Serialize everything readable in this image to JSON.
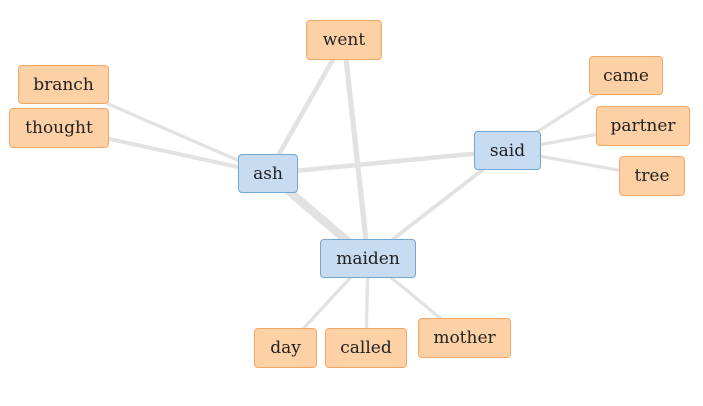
{
  "colors": {
    "primary_fill": "#c8dcf1",
    "primary_border": "#6fa8d3",
    "secondary_fill": "#fdd0a5",
    "secondary_border": "#f3a866",
    "edge": "#e2e2e2"
  },
  "nodes": {
    "ash": {
      "label": "ash",
      "type": "primary"
    },
    "said": {
      "label": "said",
      "type": "primary"
    },
    "maiden": {
      "label": "maiden",
      "type": "primary"
    },
    "went": {
      "label": "went",
      "type": "secondary"
    },
    "branch": {
      "label": "branch",
      "type": "secondary"
    },
    "thought": {
      "label": "thought",
      "type": "secondary"
    },
    "came": {
      "label": "came",
      "type": "secondary"
    },
    "partner": {
      "label": "partner",
      "type": "secondary"
    },
    "tree": {
      "label": "tree",
      "type": "secondary"
    },
    "day": {
      "label": "day",
      "type": "secondary"
    },
    "called": {
      "label": "called",
      "type": "secondary"
    },
    "mother": {
      "label": "mother",
      "type": "secondary"
    }
  },
  "edges": [
    {
      "from": "ash",
      "to": "maiden",
      "weight": 5
    },
    {
      "from": "ash",
      "to": "said",
      "weight": 2
    },
    {
      "from": "ash",
      "to": "went",
      "weight": 2
    },
    {
      "from": "ash",
      "to": "branch",
      "weight": 1
    },
    {
      "from": "ash",
      "to": "thought",
      "weight": 1.5
    },
    {
      "from": "maiden",
      "to": "went",
      "weight": 2.5
    },
    {
      "from": "maiden",
      "to": "said",
      "weight": 1.5
    },
    {
      "from": "maiden",
      "to": "day",
      "weight": 1
    },
    {
      "from": "maiden",
      "to": "called",
      "weight": 1
    },
    {
      "from": "maiden",
      "to": "mother",
      "weight": 1
    },
    {
      "from": "said",
      "to": "came",
      "weight": 1
    },
    {
      "from": "said",
      "to": "partner",
      "weight": 1
    },
    {
      "from": "said",
      "to": "tree",
      "weight": 1
    }
  ]
}
